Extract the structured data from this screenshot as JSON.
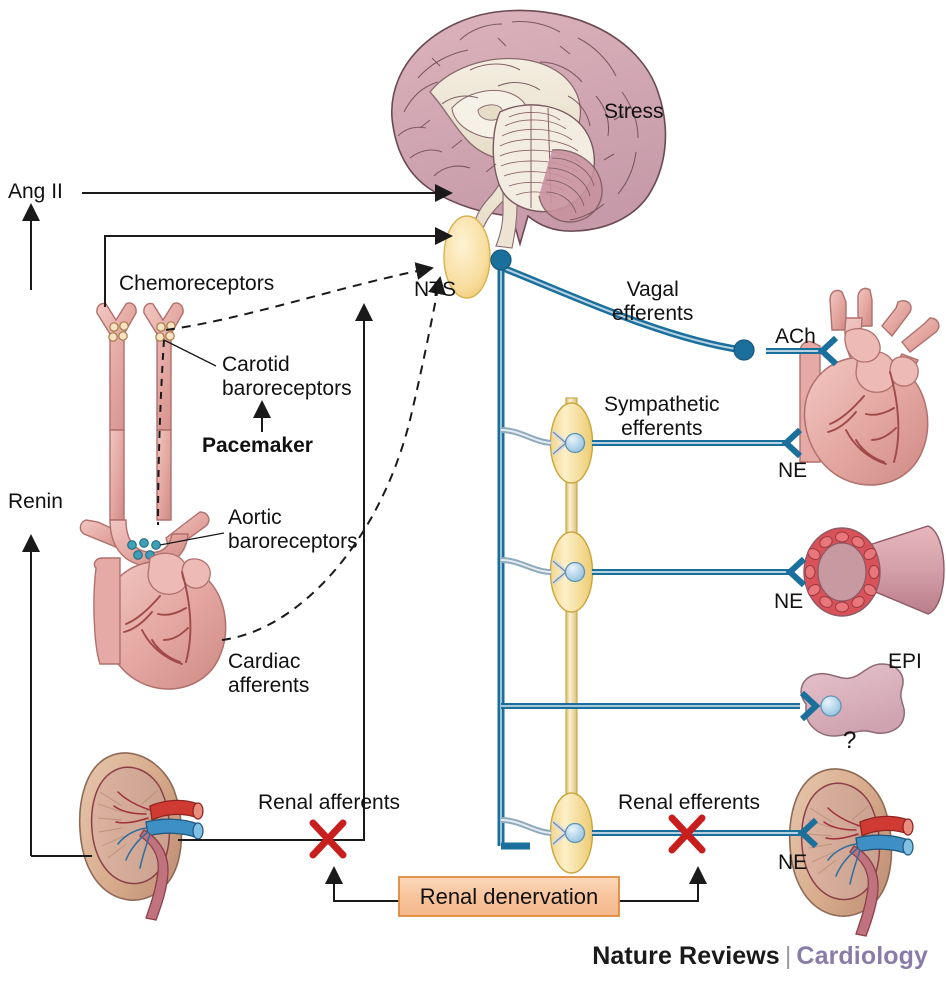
{
  "figure": {
    "domain": "biomedical-pathway-diagram",
    "title": "Neural pathways of sympathetic activation and renal denervation"
  },
  "labels": {
    "ang_ii": "Ang II",
    "renin": "Renin",
    "chemoreceptors": "Chemoreceptors",
    "carotid_baroreceptors": "Carotid\nbaroreceptors",
    "pacemaker": "Pacemaker",
    "aortic_baroreceptors": "Aortic\nbaroreceptors",
    "cardiac_afferents": "Cardiac\nafferents",
    "stress": "Stress",
    "nts": "NTS",
    "vagal_efferents": "Vagal\nefferents",
    "sympathetic_efferents": "Sympathetic\nefferents",
    "ach": "ACh",
    "ne_heart": "NE",
    "ne_vessel": "NE",
    "epi": "EPI",
    "question_mark": "?",
    "renal_afferents": "Renal afferents",
    "renal_efferents": "Renal efferents",
    "ne_kidney": "NE",
    "renal_denervation": "Renal denervation"
  },
  "organs": {
    "brain": "brain-midsagittal-illustration",
    "carotid_arteries": "carotid-artery-pair-illustration",
    "heart_left": "heart-with-aortic-arch-illustration",
    "kidney_left": "kidney-cross-section-illustration",
    "heart_right": "heart-illustration",
    "blood_vessel": "blood-vessel-cross-section-illustration",
    "adrenal_gland": "adrenal-gland-illustration",
    "kidney_right": "kidney-cross-section-illustration",
    "nts_nucleus": "nts-oval-nucleus",
    "ganglia": "sympathetic-chain-ganglia"
  },
  "colors": {
    "tissue_pink": "#e8aca8",
    "tissue_pink_dark": "#c97f7d",
    "brain_pink": "#d4a8b4",
    "neural_blue": "#1b6f9c",
    "neural_blue_dark": "#14597e",
    "ganglion_yellow": "#f6dfa0",
    "ganglion_yellow_edge": "#c8a63c",
    "nts_fill": "#fbe6ae",
    "nts_edge": "#d9b152",
    "x_mark_red": "#c81e1e",
    "denervation_box_fill": "#f9c9a3",
    "denervation_box_edge": "#e08a3c",
    "kidney_tan": "#ddb79b",
    "artery_red": "#cf3b33",
    "vein_blue": "#3e8fc4",
    "line_black": "#1a1a1a",
    "footer_purple": "#8a7ca8"
  },
  "footer": {
    "brand": "Nature Reviews",
    "divider": "|",
    "journal": "Cardiology"
  },
  "connections": [
    {
      "name": "ang-ii-to-nts",
      "from": "Ang II",
      "to": "NTS",
      "style": "solid-arrow"
    },
    {
      "name": "chemoreceptors-to-nts",
      "from": "Chemoreceptors",
      "to": "NTS",
      "style": "solid-arrow"
    },
    {
      "name": "carotid-baroreceptors-to-nts",
      "from": "Carotid baroreceptors",
      "to": "NTS",
      "style": "dashed-arrow"
    },
    {
      "name": "cardiac-afferents-to-nts",
      "from": "Cardiac afferents",
      "to": "NTS",
      "style": "dashed-arrow"
    },
    {
      "name": "renal-afferents-to-nts",
      "from": "Renal afferents",
      "to": "NTS",
      "style": "solid-arrow"
    },
    {
      "name": "kidney-to-renin-ang-ii",
      "from": "Kidney",
      "to": "Ang II",
      "style": "solid-arrow"
    },
    {
      "name": "vagal-efferents-to-heart",
      "from": "Brainstem",
      "to": "Heart",
      "style": "neural-blue"
    },
    {
      "name": "sympathetic-efferents-to-heart",
      "from": "Ganglion",
      "to": "Heart",
      "style": "neural-blue"
    },
    {
      "name": "sympathetic-to-vessel",
      "from": "Ganglion",
      "to": "Blood vessel",
      "style": "neural-blue"
    },
    {
      "name": "sympathetic-to-adrenal",
      "from": "Spinal cord",
      "to": "Adrenal gland",
      "style": "neural-blue"
    },
    {
      "name": "renal-efferents-to-kidney",
      "from": "Ganglion",
      "to": "Kidney",
      "style": "neural-blue"
    },
    {
      "name": "denervation-blocks-afferents",
      "from": "Renal denervation",
      "to": "Renal afferents",
      "style": "solid-arrow"
    },
    {
      "name": "denervation-blocks-efferents",
      "from": "Renal denervation",
      "to": "Renal efferents",
      "style": "solid-arrow"
    }
  ]
}
